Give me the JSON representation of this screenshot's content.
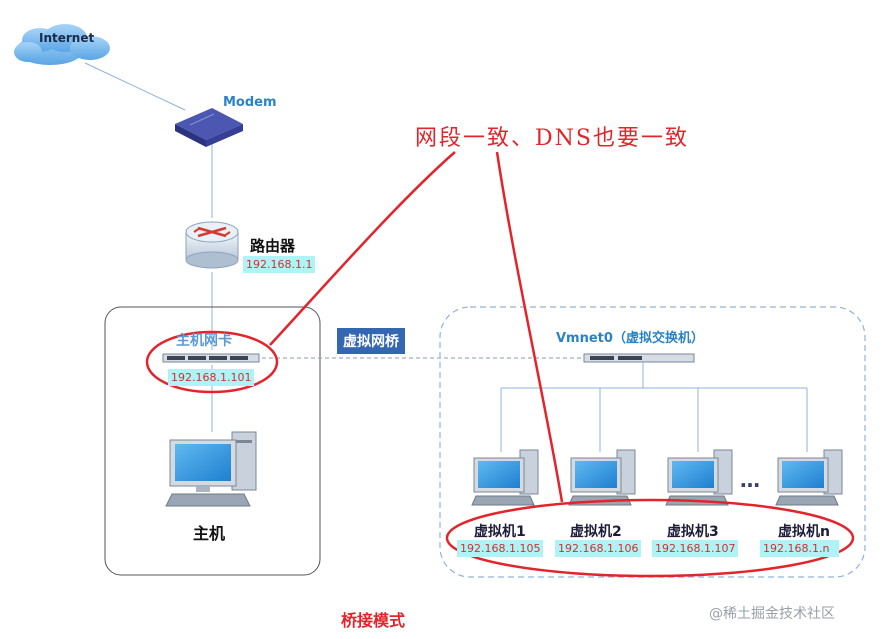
{
  "internet": {
    "label": "Internet"
  },
  "modem": {
    "label": "Modem"
  },
  "router": {
    "label": "路由器",
    "ip": "192.168.1.1"
  },
  "host": {
    "nic_label": "主机网卡",
    "nic_ip": "192.168.1.101",
    "label": "主机"
  },
  "bridge": {
    "label": "虚拟网桥"
  },
  "vmnet": {
    "label": "Vmnet0（虚拟交换机）"
  },
  "vms": [
    {
      "name": "虚拟机1",
      "ip": "192.168.1.105"
    },
    {
      "name": "虚拟机2",
      "ip": "192.168.1.106"
    },
    {
      "name": "虚拟机3",
      "ip": "192.168.1.107"
    },
    {
      "name": "虚拟机n",
      "ip": "192.168.1.n"
    }
  ],
  "ellipsis": "…",
  "annotation": "网段一致、DNS也要一致",
  "mode_label": "桥接模式",
  "watermark": "@稀土掘金技术社区",
  "colors": {
    "annotation": "#e3242b",
    "link": "#8fb3d9",
    "accent": "#2b83c6"
  }
}
